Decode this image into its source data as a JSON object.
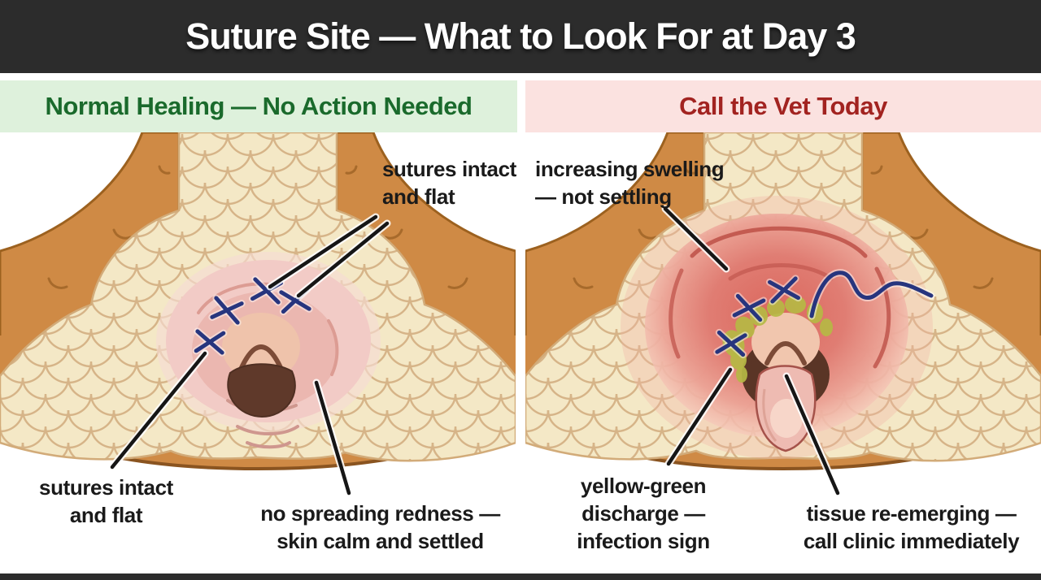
{
  "title": "Suture Site — What to Look For at Day 3",
  "left_panel": {
    "header": "Normal Healing — No Action Needed",
    "label_top": {
      "line1": "sutures intact",
      "line2": "and flat"
    },
    "label_bottom_left": {
      "line1": "sutures intact",
      "line2": "and flat"
    },
    "label_bottom_center": {
      "line1": "no spreading redness —",
      "line2": "skin calm and settled"
    }
  },
  "right_panel": {
    "header": "Call the Vet Today",
    "label_top": {
      "line1": "increasing swelling",
      "line2": "— not settling"
    },
    "label_bottom_left": {
      "line1": "yellow-green",
      "line2": "discharge —",
      "line3": "infection sign"
    },
    "label_bottom_right": {
      "line1": "tissue re-emerging —",
      "line2": "call clinic immediately"
    }
  },
  "colors": {
    "banner_bg": "#2c2c2c",
    "banner_text": "#ffffff",
    "normal_band_bg": "#def1dc",
    "normal_band_text": "#1a6a2c",
    "alert_band_bg": "#fbe2e0",
    "alert_band_text": "#a22320",
    "label_text": "#1a1a1a",
    "body_orange": "#cf8a45",
    "body_outline": "#9c611f",
    "scales_cream": "#f4e8c6",
    "scale_line": "#d6b488",
    "vent_pink": "#f2cbc6",
    "opening_brown": "#5f392a",
    "suture_blue": "#27357e",
    "swelling_red": "#dc6a60",
    "discharge_green": "#b5b944",
    "tissue_pink": "#eebbb2",
    "leader_line": "#161616"
  }
}
